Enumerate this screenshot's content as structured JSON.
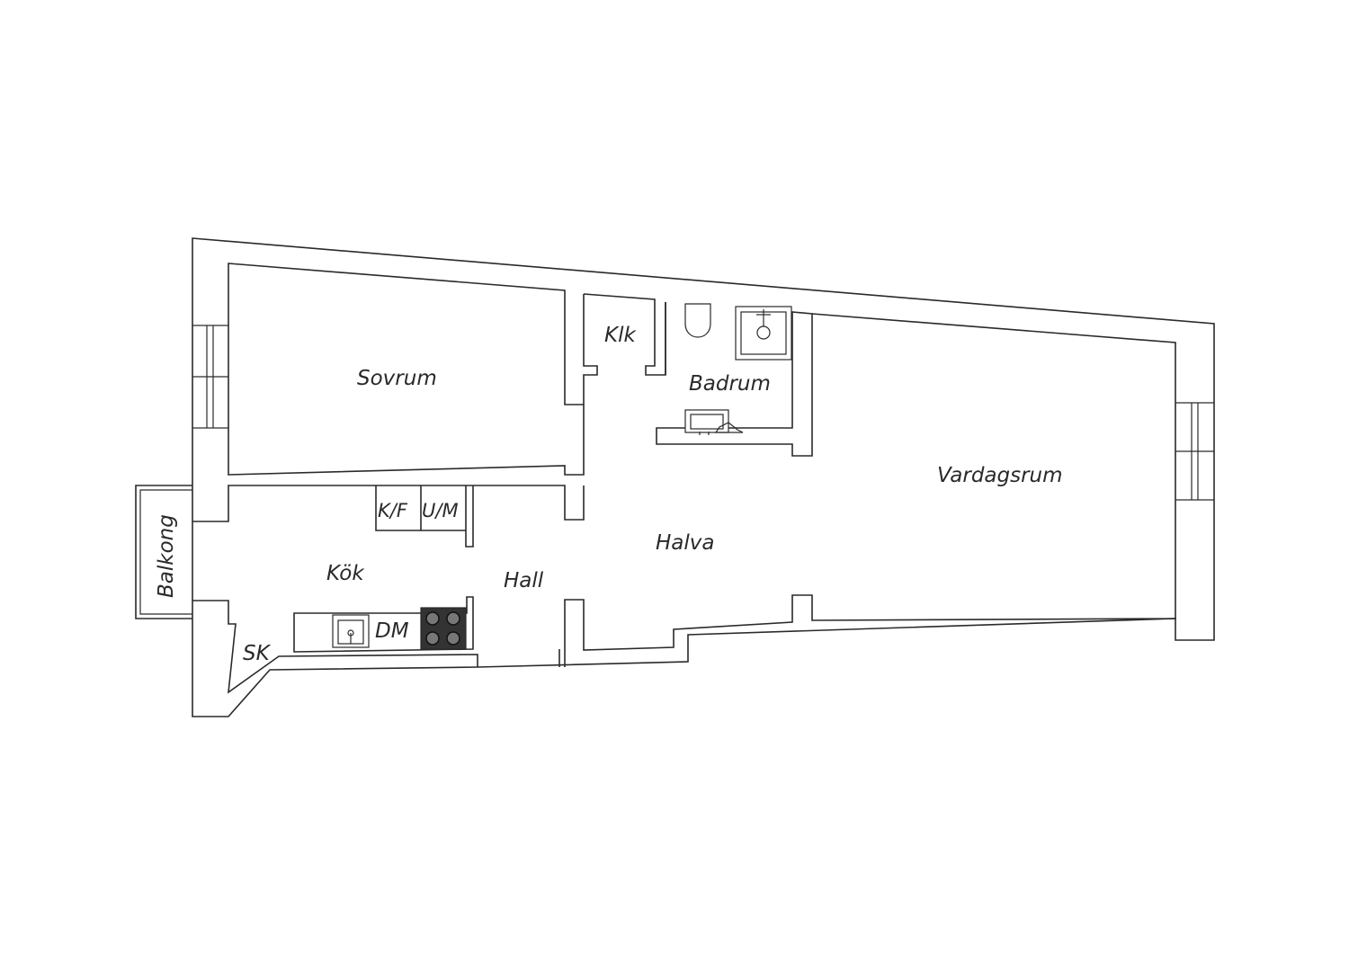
{
  "rooms": {
    "sovrum": "Sovrum",
    "klk": "Klk",
    "badrum": "Badrum",
    "vardagsrum": "Vardagsrum",
    "halva": "Halva",
    "hall": "Hall",
    "kok": "Kök",
    "balkong": "Balkong",
    "sk": "SK",
    "dm": "DM",
    "kf": "K/F",
    "um": "U/M"
  },
  "colors": {
    "stroke": "#2a2a2a",
    "background": "#ffffff"
  }
}
